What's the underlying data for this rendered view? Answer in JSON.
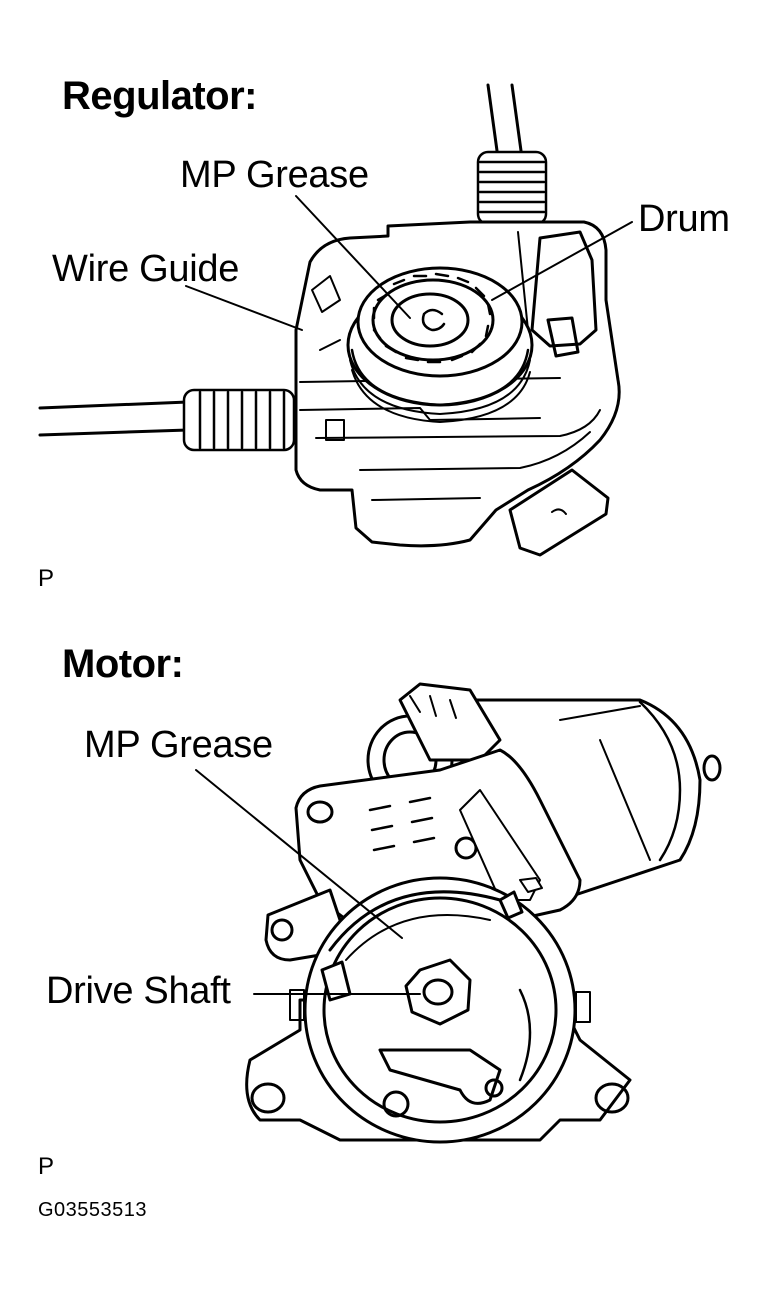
{
  "regulator": {
    "heading": "Regulator:",
    "callouts": {
      "mp_grease": "MP Grease",
      "drum": "Drum",
      "wire_guide": "Wire Guide"
    },
    "view_mark": "P"
  },
  "motor": {
    "heading": "Motor:",
    "callouts": {
      "mp_grease": "MP Grease",
      "drive_shaft": "Drive Shaft"
    },
    "view_mark": "P"
  },
  "figure_code": "G03553513"
}
